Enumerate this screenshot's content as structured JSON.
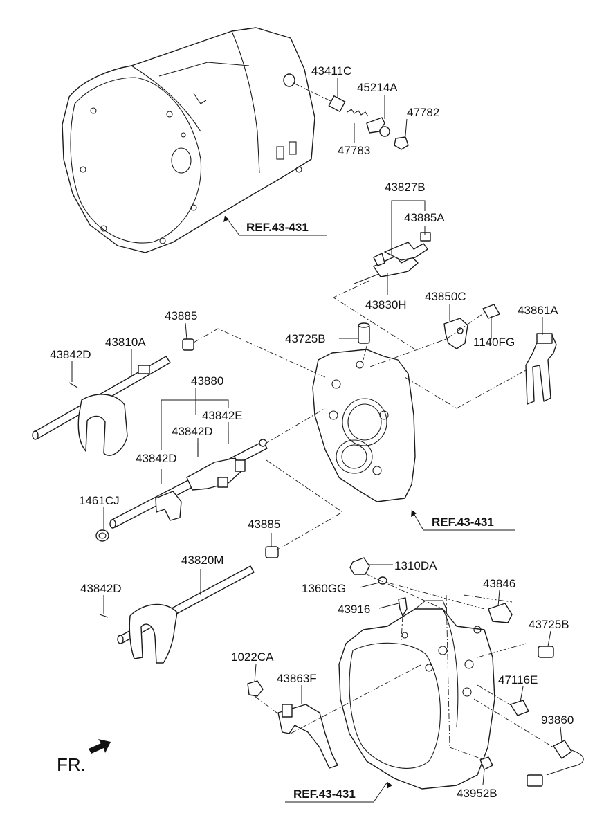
{
  "labels": {
    "p43411C": "43411C",
    "p45214A": "45214A",
    "p47782": "47782",
    "p47783": "47783",
    "p43827B": "43827B",
    "p43885A": "43885A",
    "p43830H": "43830H",
    "p43850C": "43850C",
    "p43861A": "43861A",
    "p1140FG": "1140FG",
    "p43725B_top": "43725B",
    "p43885_top": "43885",
    "p43810A": "43810A",
    "p43842D_1": "43842D",
    "p43880": "43880",
    "p43842E": "43842E",
    "p43842D_2": "43842D",
    "p43842D_3": "43842D",
    "p1461CJ": "1461CJ",
    "p43885_mid": "43885",
    "p43820M": "43820M",
    "p43842D_4": "43842D",
    "p1310DA": "1310DA",
    "p1360GG": "1360GG",
    "p43846": "43846",
    "p43916": "43916",
    "p43725B_bot": "43725B",
    "p1022CA": "1022CA",
    "p43863F": "43863F",
    "p47116E": "47116E",
    "p93860": "93860",
    "p43952B": "43952B"
  },
  "refs": {
    "ref_top": "REF.43-431",
    "ref_mid": "REF.43-431",
    "ref_bot": "REF.43-431"
  },
  "direction": {
    "label": "FR."
  }
}
